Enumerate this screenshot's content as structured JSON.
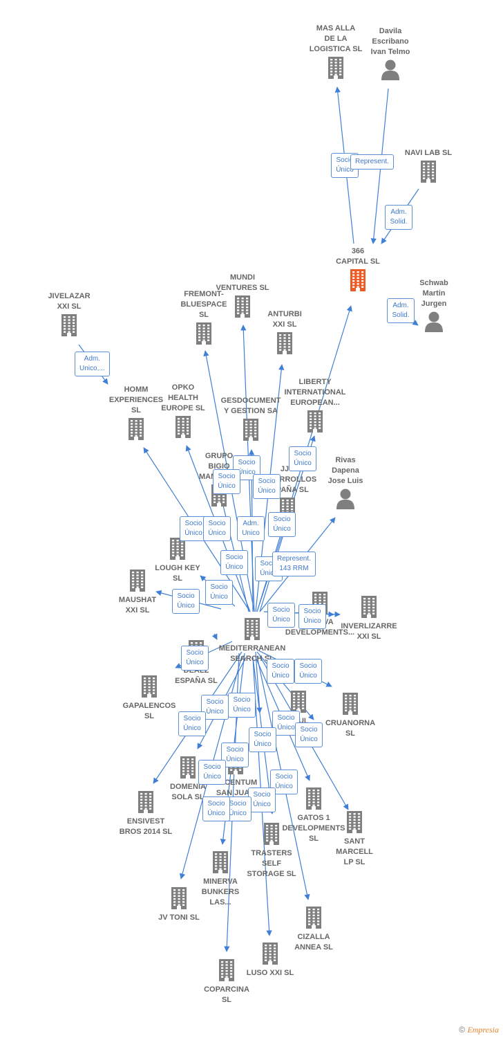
{
  "colors": {
    "edge": "#3f7fd6",
    "building": "#7f7f7f",
    "focus": "#ee5a24",
    "person": "#7f7f7f"
  },
  "nodes": [
    {
      "id": "masalla",
      "label": "MAS ALLA\nDE LA\nLOGISTICA  SL",
      "icon": "building"
    },
    {
      "id": "davila",
      "label": "Davila\nEscribano\nIvan Telmo",
      "icon": "person"
    },
    {
      "id": "navilab",
      "label": "NAVI LAB  SL",
      "icon": "building"
    },
    {
      "id": "capital366",
      "label": "366\nCAPITAL  SL",
      "icon": "building-focus"
    },
    {
      "id": "schwab",
      "label": "Schwab\nMartin\nJurgen",
      "icon": "person"
    },
    {
      "id": "jivelazar",
      "label": "JIVELAZAR\nXXI  SL",
      "icon": "building"
    },
    {
      "id": "fremont",
      "label": "FREMONT-\nBLUESPACE\nSL",
      "icon": "building"
    },
    {
      "id": "mundi",
      "label": "MUNDI\nVENTURES  SL",
      "icon": "building"
    },
    {
      "id": "anturbi",
      "label": "ANTURBI\nXXI  SL",
      "icon": "building"
    },
    {
      "id": "liberty",
      "label": "LIBERTY\nINTERNATIONAL\nEUROPEAN...",
      "icon": "building"
    },
    {
      "id": "homm",
      "label": "HOMM\nEXPERIENCES\nSL",
      "icon": "building"
    },
    {
      "id": "opko",
      "label": "OPKO\nHEALTH\nEUROPE  SL",
      "icon": "building"
    },
    {
      "id": "gesdoc",
      "label": "GESDOCUMENT\nY GESTION SA",
      "icon": "building"
    },
    {
      "id": "grupo",
      "label": "GRUPO\nBIGIO\nMANAGE...",
      "icon": "building"
    },
    {
      "id": "jjc",
      "label": "JJC\nDESARROLLOS\nESPAÑA  SL",
      "icon": "building"
    },
    {
      "id": "rivas",
      "label": "Rivas\nDapena\nJose Luis",
      "icon": "person"
    },
    {
      "id": "loughkey",
      "label": "LOUGH KEY\nSL",
      "icon": "building"
    },
    {
      "id": "maushat",
      "label": "MAUSHAT\nXXI  SL",
      "icon": "building"
    },
    {
      "id": "marva",
      "label": "MARVA\nDEVELOPMENTS...",
      "icon": "building"
    },
    {
      "id": "inverlizarre",
      "label": "INVERLIZARRE\nXXI  SL",
      "icon": "building"
    },
    {
      "id": "mediterranean",
      "label": "MEDITERRANEAN\nSEARCH SL",
      "icon": "building"
    },
    {
      "id": "dealz",
      "label": "DEALZ\nESPAÑA  SL",
      "icon": "building"
    },
    {
      "id": "gapalencos",
      "label": "GAPALENCOS\nSL",
      "icon": "building"
    },
    {
      "id": "azul",
      "label": "AZUL",
      "icon": "building"
    },
    {
      "id": "cruanorna",
      "label": "CRUANORNA\nSL",
      "icon": "building"
    },
    {
      "id": "domenia",
      "label": "DOMENIA\nSOLA SL",
      "icon": "building"
    },
    {
      "id": "ensivest",
      "label": "ENSIVEST\nBROS 2014  SL",
      "icon": "building"
    },
    {
      "id": "locentum",
      "label": "LOCENTUM\nSAN JUAN",
      "icon": "building"
    },
    {
      "id": "gatos",
      "label": "GATOS 1\nDEVELOPMENTS\nSL",
      "icon": "building"
    },
    {
      "id": "santmarcell",
      "label": "SANT\nMARCELL\nLP  SL",
      "icon": "building"
    },
    {
      "id": "trasters",
      "label": "TRASTERS\nSELF\nSTORAGE  SL",
      "icon": "building"
    },
    {
      "id": "minerva",
      "label": "MINERVA\nBUNKERS\nLAS...",
      "icon": "building"
    },
    {
      "id": "jvtoni",
      "label": "JV TONI  SL",
      "icon": "building"
    },
    {
      "id": "cizalla",
      "label": "CIZALLA\nANNEA  SL",
      "icon": "building"
    },
    {
      "id": "lusoxxi",
      "label": "LUSO XXI  SL",
      "icon": "building"
    },
    {
      "id": "coparcina",
      "label": "COPARCINA\nSL",
      "icon": "building"
    }
  ],
  "relations": [
    {
      "label": "Socio\nÚnico"
    },
    {
      "label": "Represent."
    },
    {
      "label": "Adm.\nSolid."
    },
    {
      "label": "Adm.\nSolid."
    },
    {
      "label": "Adm.\nUnico,..."
    },
    {
      "label": "Socio\nÚnico"
    },
    {
      "label": "Socio\nÚnico"
    },
    {
      "label": "Socio\nÚnico"
    },
    {
      "label": "Socio\nÚnico"
    },
    {
      "label": "Socio\nÚnico"
    },
    {
      "label": "Socio\nÚnico"
    },
    {
      "label": "Socio\nÚnico"
    },
    {
      "label": "Adm.\nUnico"
    },
    {
      "label": "Socio\nÚnico"
    },
    {
      "label": "Socio\nÚnico"
    },
    {
      "label": "Represent.\n143 RRM"
    },
    {
      "label": "Socio\nÚnico"
    },
    {
      "label": "Socio\nÚnico"
    },
    {
      "label": "Socio\nÚnico"
    },
    {
      "label": "Socio\nÚnico"
    },
    {
      "label": "Socio\nÚnico"
    },
    {
      "label": "Socio\nÚnico"
    },
    {
      "label": "Socio\nÚnico"
    },
    {
      "label": "Socio\nÚnico"
    },
    {
      "label": "Socio\nÚnico"
    },
    {
      "label": "Socio\nÚnico"
    },
    {
      "label": "Socio\nÚnico"
    },
    {
      "label": "Socio\nÚnico"
    },
    {
      "label": "Socio\nÚnico"
    },
    {
      "label": "Socio\nÚnico"
    },
    {
      "label": "Socio\nÚnico"
    },
    {
      "label": "Socio\nÚnico"
    },
    {
      "label": "Socio\nÚnico"
    },
    {
      "label": "Socio\nÚnico"
    },
    {
      "label": "Socio\nÚnico"
    }
  ],
  "footer": {
    "copyright": "©",
    "brand": "Empresia"
  }
}
